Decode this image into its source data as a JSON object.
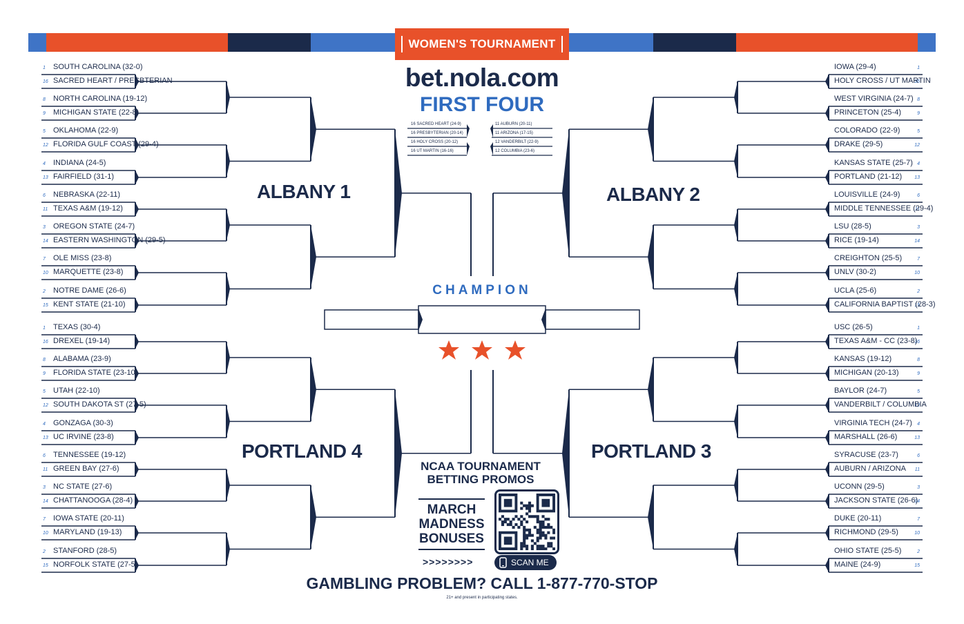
{
  "header": {
    "title": "WOMEN'S TOURNAMENT",
    "brand": "bet.nola.com",
    "subtitle": "FIRST FOUR"
  },
  "colors": {
    "navy": "#1b2a4a",
    "blue": "#2f6bbf",
    "orange": "#e8512a",
    "light_blue": "#3f74c6"
  },
  "first_four": {
    "left": [
      "16 SACRED HEART (24-9)",
      "16 PRESBYTERIAN (20-14)",
      "16 HOLY CROSS (20-12)",
      "16 UT MARTIN (16-16)"
    ],
    "right": [
      "11 AUBURN (20-11)",
      "11 ARIZONA (17-15)",
      "12 VANDERBILT (22-9)",
      "12 COLUMBIA (23-6)"
    ]
  },
  "regions": {
    "top_left": "ALBANY 1",
    "top_right": "ALBANY 2",
    "bottom_left": "PORTLAND 4",
    "bottom_right": "PORTLAND 3"
  },
  "champion_label": "CHAMPION",
  "bracket": {
    "top_left": [
      {
        "seed": "1",
        "name": "SOUTH CAROLINA (32-0)"
      },
      {
        "seed": "16",
        "name": "SACRED HEART / PRESBTERIAN"
      },
      {
        "seed": "8",
        "name": "NORTH CAROLINA (19-12)"
      },
      {
        "seed": "9",
        "name": "MICHIGAN STATE (22-8)"
      },
      {
        "seed": "5",
        "name": "OKLAHOMA (22-9)"
      },
      {
        "seed": "12",
        "name": "FLORIDA GULF COAST (29-4)"
      },
      {
        "seed": "4",
        "name": "INDIANA (24-5)"
      },
      {
        "seed": "13",
        "name": "FAIRFIELD (31-1)"
      },
      {
        "seed": "6",
        "name": "NEBRASKA (22-11)"
      },
      {
        "seed": "11",
        "name": "TEXAS A&M (19-12)"
      },
      {
        "seed": "3",
        "name": "OREGON STATE (24-7)"
      },
      {
        "seed": "14",
        "name": "EASTERN WASHINGTON (29-5)"
      },
      {
        "seed": "7",
        "name": "OLE MISS (23-8)"
      },
      {
        "seed": "10",
        "name": "MARQUETTE (23-8)"
      },
      {
        "seed": "2",
        "name": "NOTRE DAME (26-6)"
      },
      {
        "seed": "15",
        "name": "KENT STATE (21-10)"
      }
    ],
    "bottom_left": [
      {
        "seed": "1",
        "name": "TEXAS (30-4)"
      },
      {
        "seed": "16",
        "name": "DREXEL (19-14)"
      },
      {
        "seed": "8",
        "name": "ALABAMA (23-9)"
      },
      {
        "seed": "9",
        "name": "FLORIDA STATE (23-10)"
      },
      {
        "seed": "5",
        "name": "UTAH (22-10)"
      },
      {
        "seed": "12",
        "name": "SOUTH DAKOTA ST (27-5)"
      },
      {
        "seed": "4",
        "name": "GONZAGA (30-3)"
      },
      {
        "seed": "13",
        "name": "UC IRVINE (23-8)"
      },
      {
        "seed": "6",
        "name": "TENNESSEE (19-12)"
      },
      {
        "seed": "11",
        "name": "GREEN BAY (27-6)"
      },
      {
        "seed": "3",
        "name": "NC STATE (27-6)"
      },
      {
        "seed": "14",
        "name": "CHATTANOOGA (28-4)"
      },
      {
        "seed": "7",
        "name": "IOWA STATE (20-11)"
      },
      {
        "seed": "10",
        "name": "MARYLAND (19-13)"
      },
      {
        "seed": "2",
        "name": "STANFORD (28-5)"
      },
      {
        "seed": "15",
        "name": "NORFOLK STATE (27-5)"
      }
    ],
    "top_right": [
      {
        "seed": "1",
        "name": "IOWA (29-4)"
      },
      {
        "seed": "16",
        "name": "HOLY CROSS / UT MARTIN"
      },
      {
        "seed": "8",
        "name": "WEST VIRGINIA (24-7)"
      },
      {
        "seed": "9",
        "name": "PRINCETON (25-4)"
      },
      {
        "seed": "5",
        "name": "COLORADO (22-9)"
      },
      {
        "seed": "12",
        "name": "DRAKE (29-5)"
      },
      {
        "seed": "4",
        "name": "KANSAS STATE (25-7)"
      },
      {
        "seed": "13",
        "name": "PORTLAND (21-12)"
      },
      {
        "seed": "6",
        "name": "LOUISVILLE (24-9)"
      },
      {
        "seed": "11",
        "name": "MIDDLE TENNESSEE (29-4)"
      },
      {
        "seed": "3",
        "name": "LSU (28-5)"
      },
      {
        "seed": "14",
        "name": "RICE (19-14)"
      },
      {
        "seed": "7",
        "name": "CREIGHTON (25-5)"
      },
      {
        "seed": "10",
        "name": "UNLV (30-2)"
      },
      {
        "seed": "2",
        "name": "UCLA (25-6)"
      },
      {
        "seed": "15",
        "name": "CALIFORNIA BAPTIST (28-3)"
      }
    ],
    "bottom_right": [
      {
        "seed": "1",
        "name": "USC (26-5)"
      },
      {
        "seed": "16",
        "name": "TEXAS A&M - CC (23-8)"
      },
      {
        "seed": "8",
        "name": "KANSAS (19-12)"
      },
      {
        "seed": "9",
        "name": "MICHIGAN (20-13)"
      },
      {
        "seed": "5",
        "name": "BAYLOR (24-7)"
      },
      {
        "seed": "12",
        "name": "VANDERBILT / COLUMBIA"
      },
      {
        "seed": "4",
        "name": "VIRGINIA TECH (24-7)"
      },
      {
        "seed": "13",
        "name": "MARSHALL (26-6)"
      },
      {
        "seed": "6",
        "name": "SYRACUSE (23-7)"
      },
      {
        "seed": "11",
        "name": "AUBURN / ARIZONA"
      },
      {
        "seed": "3",
        "name": "UCONN (29-5)"
      },
      {
        "seed": "14",
        "name": "JACKSON STATE (26-6)"
      },
      {
        "seed": "7",
        "name": "DUKE (20-11)"
      },
      {
        "seed": "10",
        "name": "RICHMOND (29-5)"
      },
      {
        "seed": "2",
        "name": "OHIO STATE (25-5)"
      },
      {
        "seed": "15",
        "name": "MAINE (24-9)"
      }
    ]
  },
  "promo": {
    "heading": "NCAA TOURNAMENT BETTING PROMOS",
    "bonus": "MARCH MADNESS BONUSES",
    "arrows": ">>>>>>>>",
    "scan_label": "SCAN ME"
  },
  "footer": {
    "gambling": "GAMBLING PROBLEM? CALL 1-877-770-STOP",
    "fine_print": "21+ and present in participating states."
  }
}
